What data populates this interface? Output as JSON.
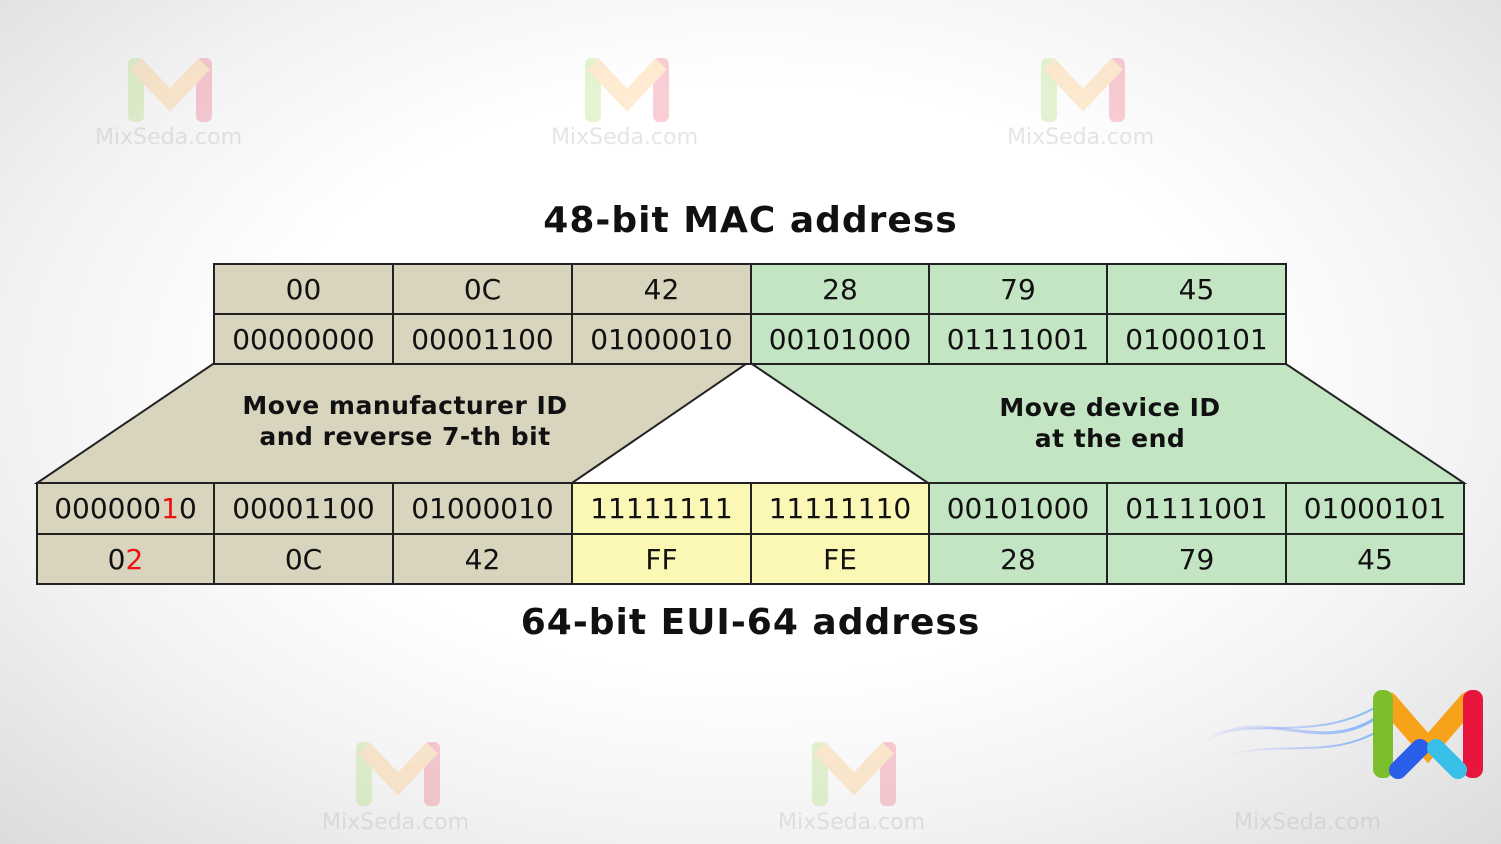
{
  "mac": {
    "title": "48-bit MAC address",
    "hex": [
      "00",
      "0C",
      "42",
      "28",
      "79",
      "45"
    ],
    "bin": [
      "00000000",
      "00001100",
      "01000010",
      "00101000",
      "01111001",
      "01000101"
    ]
  },
  "notes": {
    "manufacturer": [
      "Move manufacturer ID",
      "and reverse 7-th bit"
    ],
    "device": [
      "Move device ID",
      "at the end"
    ]
  },
  "eui": {
    "title": "64-bit EUI-64 address",
    "first_bin": {
      "prefix": "000000",
      "flipped": "1",
      "suffix": "0"
    },
    "first_hex": {
      "prefix": "0",
      "flipped": "2"
    },
    "bin": [
      "00001100",
      "01000010",
      "11111111",
      "11111110",
      "00101000",
      "01111001",
      "01000101"
    ],
    "hex": [
      "0C",
      "42",
      "FF",
      "FE",
      "28",
      "79",
      "45"
    ]
  },
  "watermark": "MixSeda.com",
  "colors": {
    "manufacturer": "#d8d4bd",
    "device": "#c3e5c3",
    "inserted": "#fbf7b5",
    "flipped": "#ee1111"
  }
}
